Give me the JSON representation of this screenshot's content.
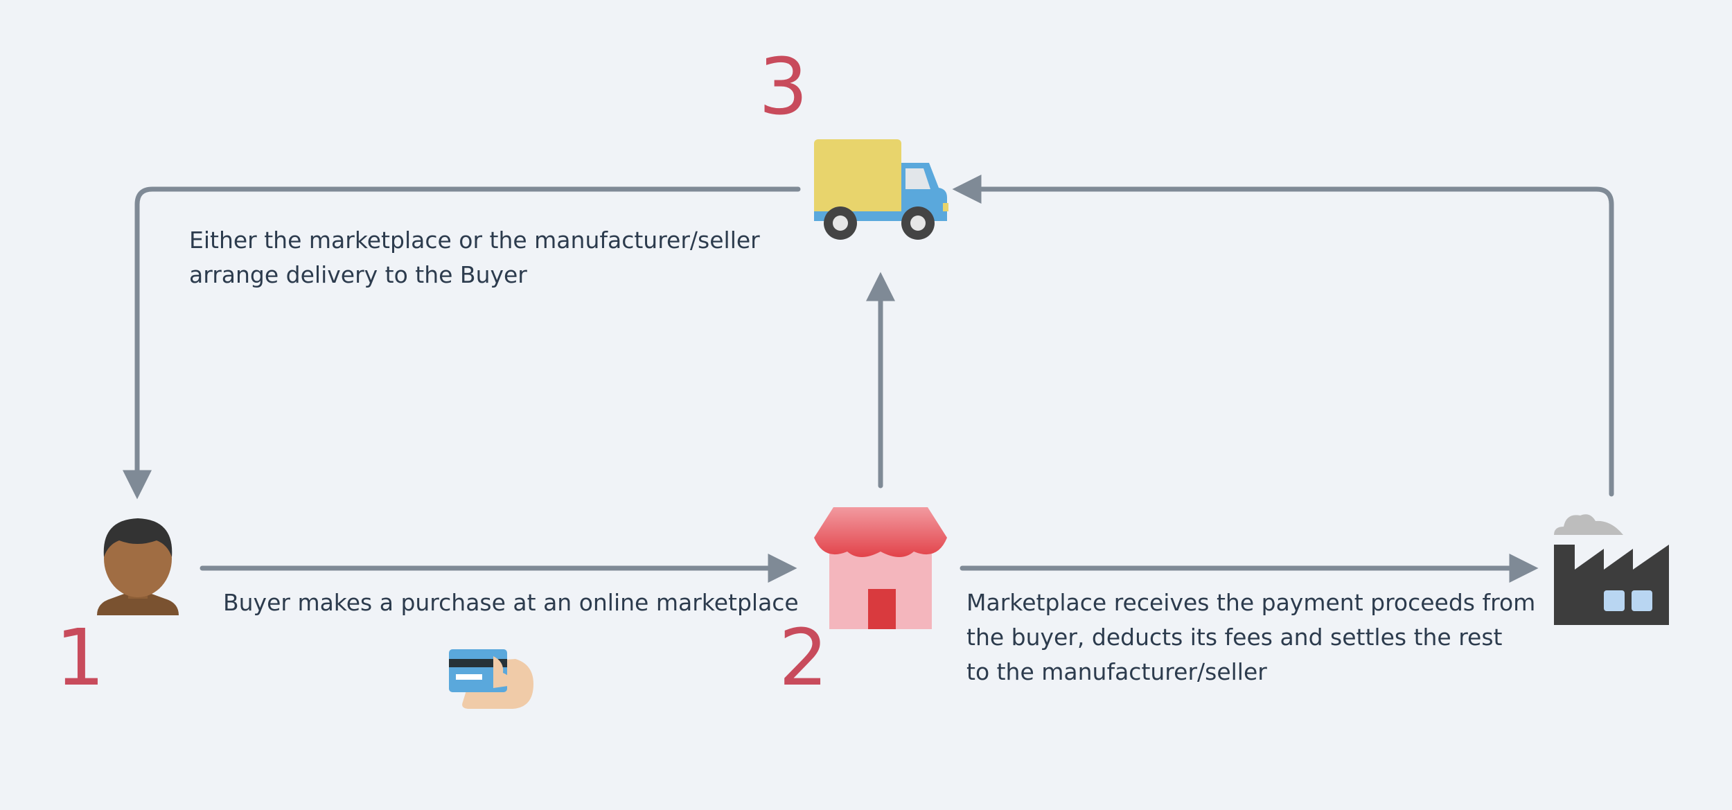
{
  "steps": {
    "one": "1",
    "two": "2",
    "three": "3"
  },
  "captions": {
    "delivery": [
      "Either the marketplace or the manufacturer/seller",
      "arrange delivery to the Buyer"
    ],
    "purchase": "Buyer makes a purchase at an online marketplace",
    "settlement": [
      "Marketplace receives the payment proceeds from",
      "the buyer, deducts its fees and settles the rest",
      "to the manufacturer/seller"
    ]
  },
  "icons": {
    "buyer": "person-icon",
    "marketplace": "storefront-icon",
    "seller": "factory-icon",
    "delivery": "delivery-truck-icon",
    "payment": "credit-card-hand-icon"
  },
  "colors": {
    "background": "#f0f3f7",
    "arrow": "#7f8a96",
    "step_number": "#c84b5c",
    "text": "#2c3b4d"
  }
}
